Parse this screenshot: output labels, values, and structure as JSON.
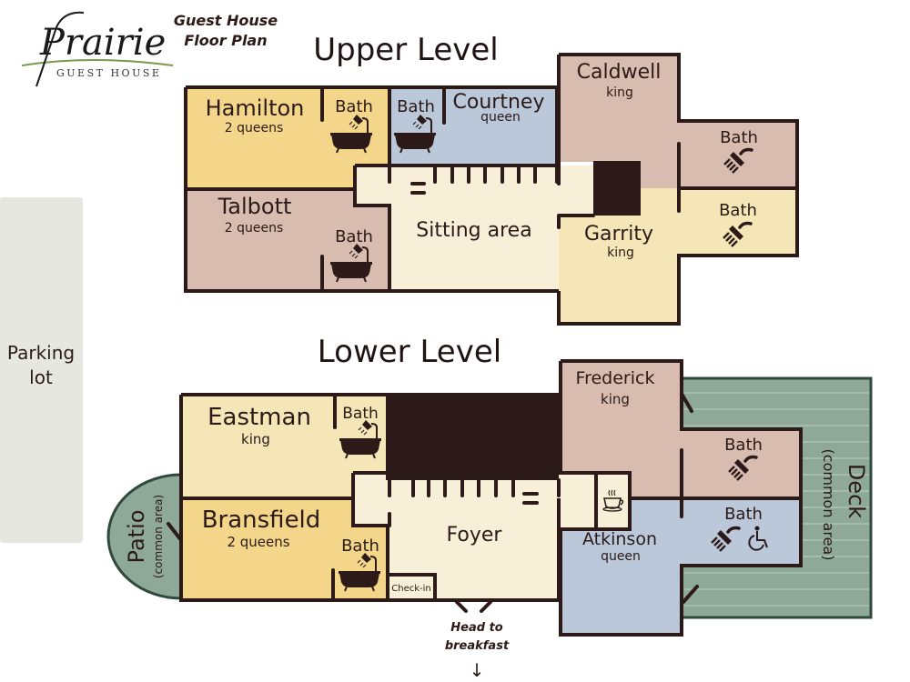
{
  "header": {
    "logo_name": "Prairie",
    "logo_subtitle": "GUEST HOUSE",
    "plan_title_line1": "Guest House",
    "plan_title_line2": "Floor Plan"
  },
  "colors": {
    "wall": "#2b1a17",
    "yellow_room": "#f4d68a",
    "pale_yellow_room": "#f5e6b8",
    "rose_room": "#d8bcb0",
    "blue_room": "#bac8da",
    "common_area": "#f8efd8",
    "green_outdoor": "#8fa999",
    "parking": "#e6e7e0"
  },
  "parking": {
    "line1": "Parking",
    "line2": "lot"
  },
  "upper_level": {
    "title": "Upper Level",
    "rooms": [
      {
        "name": "Hamilton",
        "bed": "2 queens",
        "bath": "Bath",
        "bath_type": "tub"
      },
      {
        "name": "Courtney",
        "bed": "queen",
        "bath": "Bath",
        "bath_type": "tub"
      },
      {
        "name": "Caldwell",
        "bed": "king",
        "bath": "Bath",
        "bath_type": "shower"
      },
      {
        "name": "Talbott",
        "bed": "2 queens",
        "bath": "Bath",
        "bath_type": "tub"
      },
      {
        "name": "Garrity",
        "bed": "king",
        "bath": "Bath",
        "bath_type": "shower"
      }
    ],
    "common": {
      "sitting_area": "Sitting area"
    }
  },
  "lower_level": {
    "title": "Lower Level",
    "rooms": [
      {
        "name": "Eastman",
        "bed": "king",
        "bath": "Bath",
        "bath_type": "tub"
      },
      {
        "name": "Bransfield",
        "bed": "2 queens",
        "bath": "Bath",
        "bath_type": "tub"
      },
      {
        "name": "Frederick",
        "bed": "king",
        "bath": "Bath",
        "bath_type": "shower"
      },
      {
        "name": "Atkinson",
        "bed": "queen",
        "bath": "Bath",
        "bath_type": "shower-accessible"
      }
    ],
    "common": {
      "foyer": "Foyer",
      "check_in": "Check-in",
      "patio": "Patio",
      "patio_sub": "(common area)",
      "deck": "Deck",
      "deck_sub": "(common area)",
      "coffee_icon": "coffee-cup-icon"
    },
    "exit": {
      "line1": "Head to",
      "line2": "breakfast",
      "arrow": "↓"
    }
  }
}
